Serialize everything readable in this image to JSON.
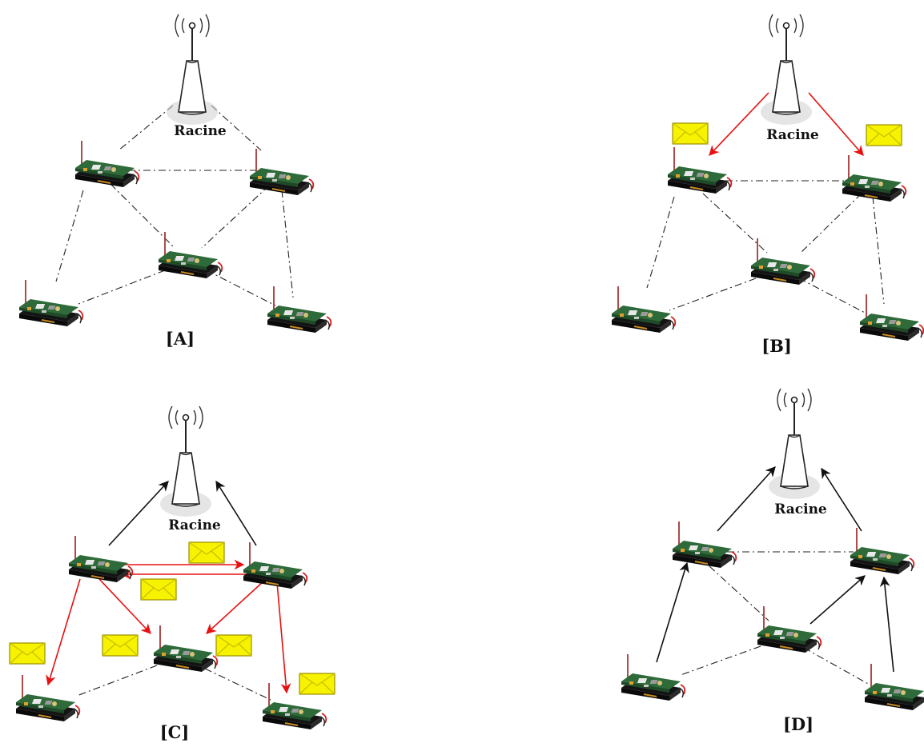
{
  "panels": [
    {
      "id": "A",
      "label": "[A]",
      "root_label": "Racine"
    },
    {
      "id": "B",
      "label": "[B]",
      "root_label": "Racine"
    },
    {
      "id": "C",
      "label": "[C]",
      "root_label": "Racine"
    },
    {
      "id": "D",
      "label": "[D]",
      "root_label": "Racine"
    }
  ],
  "colors": {
    "message_fill": "#f7f200",
    "message_stroke": "#9a8f00",
    "red_arrow": "#e81010",
    "black_arrow": "#111111",
    "board_green": "#2f6b3a"
  },
  "icons": [
    "antenna-tower-icon",
    "sensor-node-icon",
    "envelope-icon"
  ]
}
